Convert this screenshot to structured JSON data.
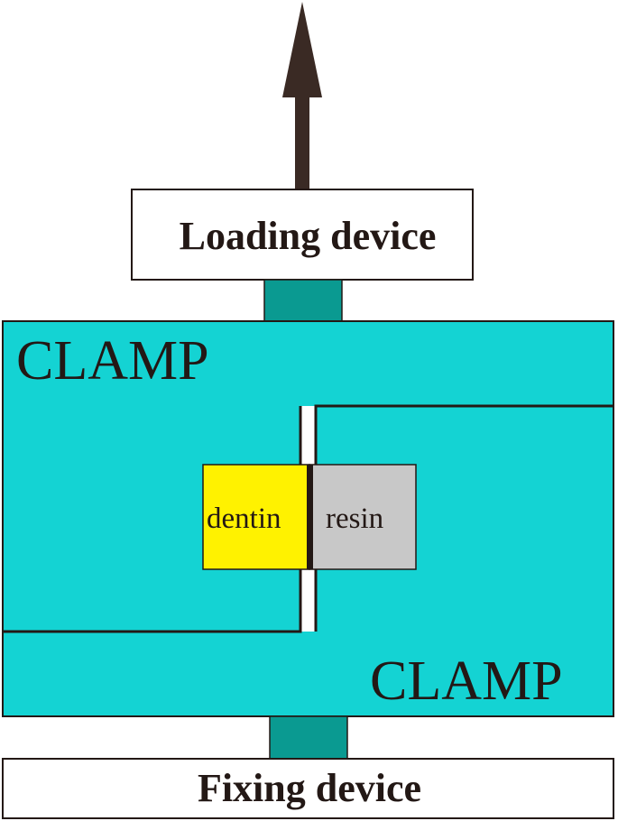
{
  "labels": {
    "loading_device": "Loading device",
    "fixing_device": "Fixing device",
    "clamp_upper": "CLAMP",
    "clamp_lower": "CLAMP",
    "dentin": "dentin",
    "resin": "resin"
  },
  "colors": {
    "clamp_fill": "#14d3d3",
    "connector_fill": "#0a9a91",
    "dentin_fill": "#fff200",
    "resin_fill": "#c8c8c8",
    "outline": "#231815",
    "arrow": "#3a2a24"
  },
  "icons": {
    "load_direction": "arrow-up-icon"
  }
}
